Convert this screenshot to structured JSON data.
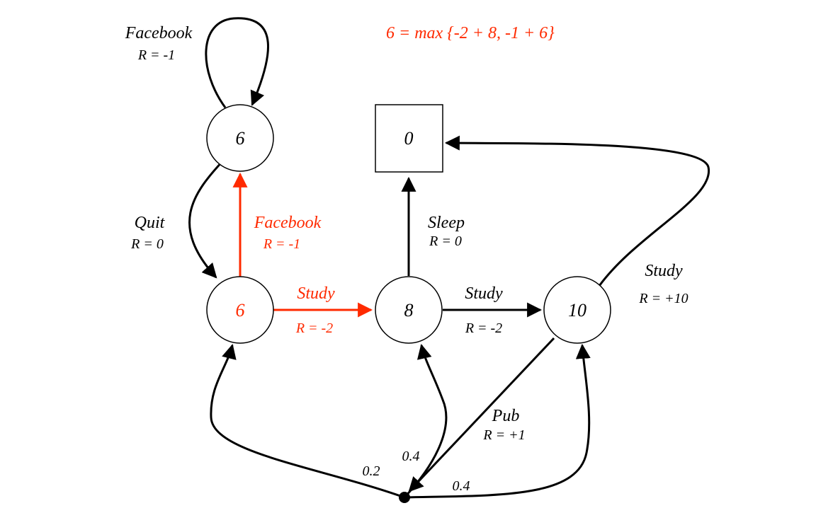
{
  "equation": "6 = max {-2 + 8,  -1 + 6}",
  "colors": {
    "default": "#000000",
    "highlight": "#ff2a00",
    "node_fill": "#ffffff"
  },
  "nodes": {
    "facebook_state": {
      "value": "6"
    },
    "class1_state": {
      "value": "6"
    },
    "class2_state": {
      "value": "8"
    },
    "class3_state": {
      "value": "10"
    },
    "sleep_state": {
      "value": "0"
    }
  },
  "edges": {
    "facebook_loop": {
      "action": "Facebook",
      "reward": "R = -1"
    },
    "quit": {
      "action": "Quit",
      "reward": "R = 0"
    },
    "class1_facebook": {
      "action": "Facebook",
      "reward": "R = -1"
    },
    "class1_study": {
      "action": "Study",
      "reward": "R = -2"
    },
    "class2_study": {
      "action": "Study",
      "reward": "R = -2"
    },
    "sleep": {
      "action": "Sleep",
      "reward": "R = 0"
    },
    "class3_study": {
      "action": "Study",
      "reward": "R = +10"
    },
    "pub": {
      "action": "Pub",
      "reward": "R = +1"
    }
  },
  "probabilities": {
    "to_class1": "0.2",
    "to_class2": "0.4",
    "to_class3": "0.4"
  }
}
